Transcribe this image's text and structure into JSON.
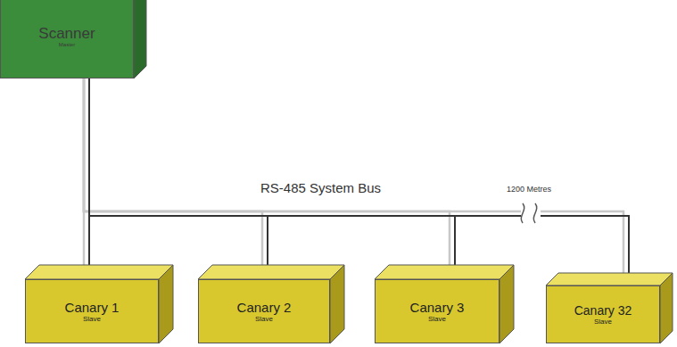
{
  "diagram": {
    "nodes": [
      {
        "text": [
          "Scanner",
          "Master"
        ]
      },
      {
        "text": [
          "Canary 1",
          "Slave"
        ]
      },
      {
        "text": [
          "Canary 2",
          "Slave"
        ]
      },
      {
        "text": [
          "Canary 3",
          "Slave"
        ]
      },
      {
        "text": [
          "Canary 32",
          "Slave"
        ]
      }
    ],
    "edges": [
      {
        "from": 0,
        "to": 1,
        "arrow": "none"
      },
      {
        "from": 0,
        "to": 2,
        "arrow": "none"
      },
      {
        "from": 0,
        "to": 3,
        "arrow": "none"
      },
      {
        "from": 0,
        "to": 4,
        "arrow": "none"
      }
    ],
    "labels": [
      "RS-485 System Bus",
      "1200 Metres"
    ]
  }
}
